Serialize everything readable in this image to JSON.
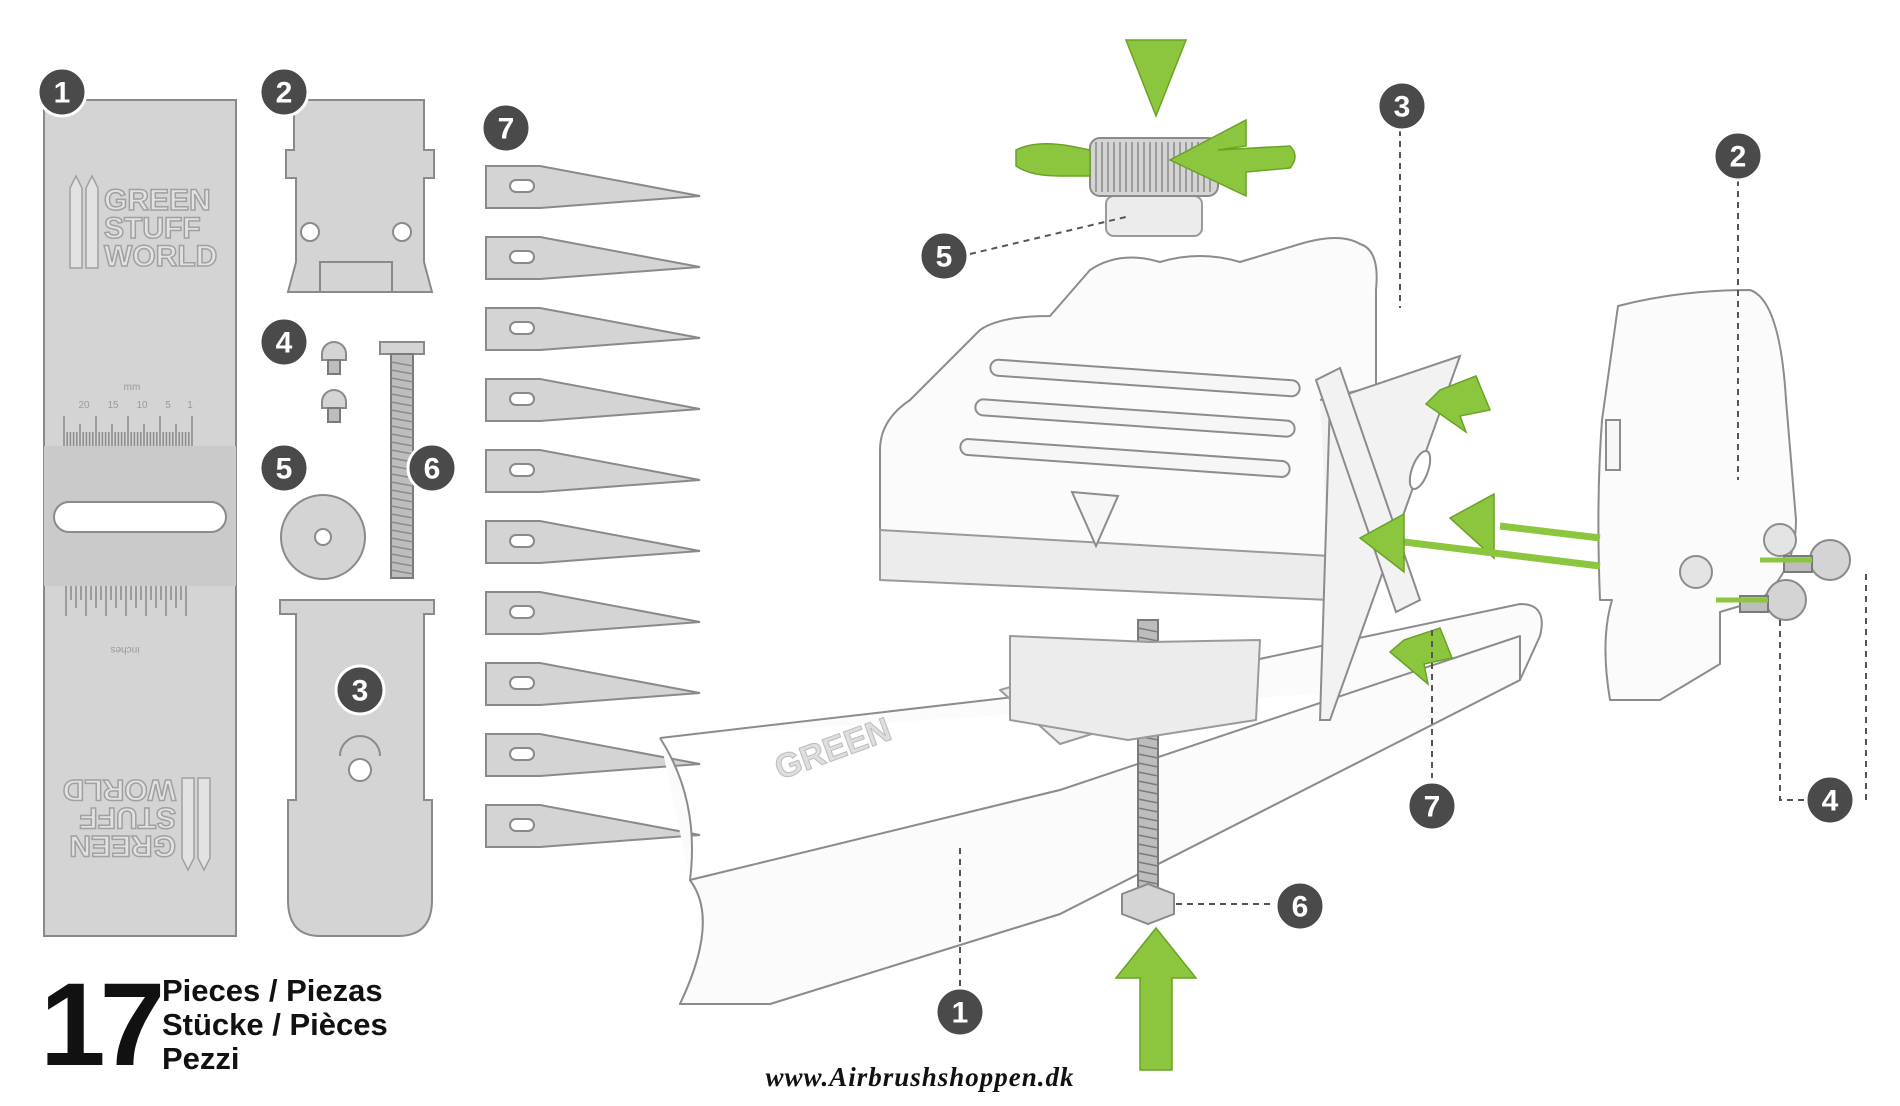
{
  "count": "17",
  "pieces_lines": [
    "Pieces / Piezas",
    "Stücke / Pièces",
    "Pezzi"
  ],
  "watermark": "www.Airbrushshoppen.dk",
  "brand_lines": [
    "GREEN",
    "STUFF",
    "WORLD"
  ],
  "ruler": {
    "unit_top": "mm",
    "mm_labels": [
      "20",
      "15",
      "10",
      "5",
      "1"
    ],
    "unit_bottom": "inches"
  },
  "left_badges": [
    "1",
    "2",
    "4",
    "5",
    "6",
    "3",
    "7"
  ],
  "right_badges": [
    "5",
    "3",
    "2",
    "7",
    "4",
    "6",
    "1"
  ],
  "blade_count": 10,
  "colors": {
    "accent": "#8cc63f",
    "badge": "#4a4a4a",
    "part": "#d4d4d4"
  }
}
